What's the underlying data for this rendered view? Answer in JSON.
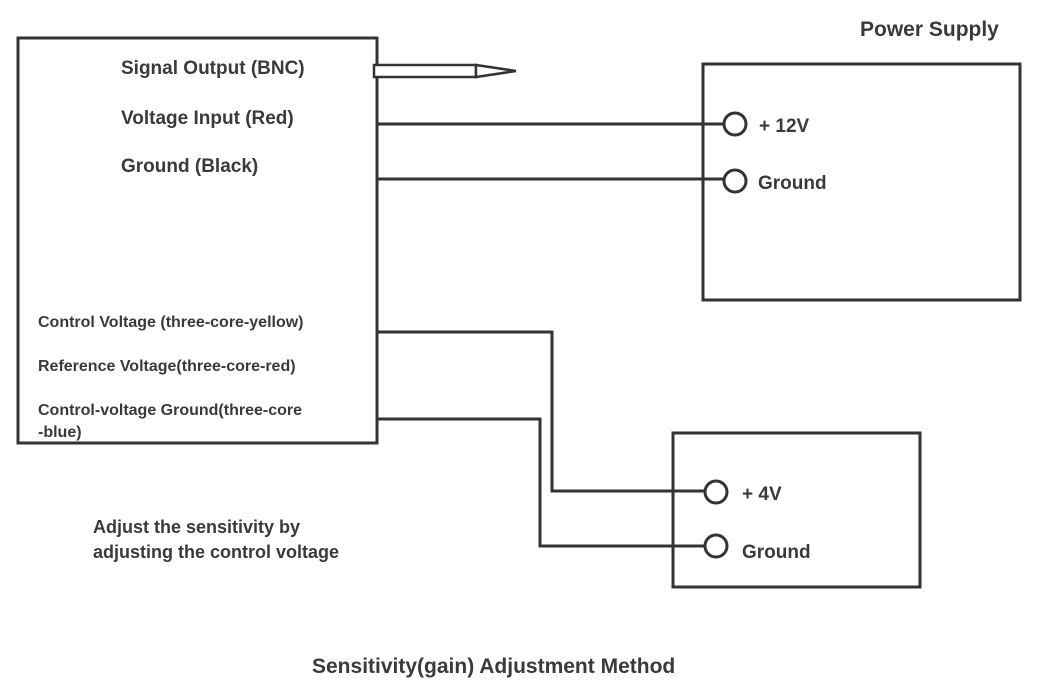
{
  "power_supply_title": "Power Supply",
  "device": {
    "signal_output": "Signal Output (BNC)",
    "voltage_input": "Voltage Input (Red)",
    "ground": "Ground (Black)",
    "control_voltage": "Control Voltage (three-core-yellow)",
    "reference_voltage": "Reference Voltage(three-core-red)",
    "control_ground_line1": "Control-voltage Ground(three-core",
    "control_ground_line2": "-blue)"
  },
  "power_supply": {
    "plus12v": "+ 12V",
    "ground": "Ground"
  },
  "control_supply": {
    "plus4v": "+ 4V",
    "ground": "Ground"
  },
  "note_line1": "Adjust the sensitivity by",
  "note_line2": "adjusting the control voltage",
  "caption": "Sensitivity(gain) Adjustment Method",
  "colors": {
    "line": "#333333",
    "text": "#3a3a3a",
    "background": "#ffffff"
  }
}
